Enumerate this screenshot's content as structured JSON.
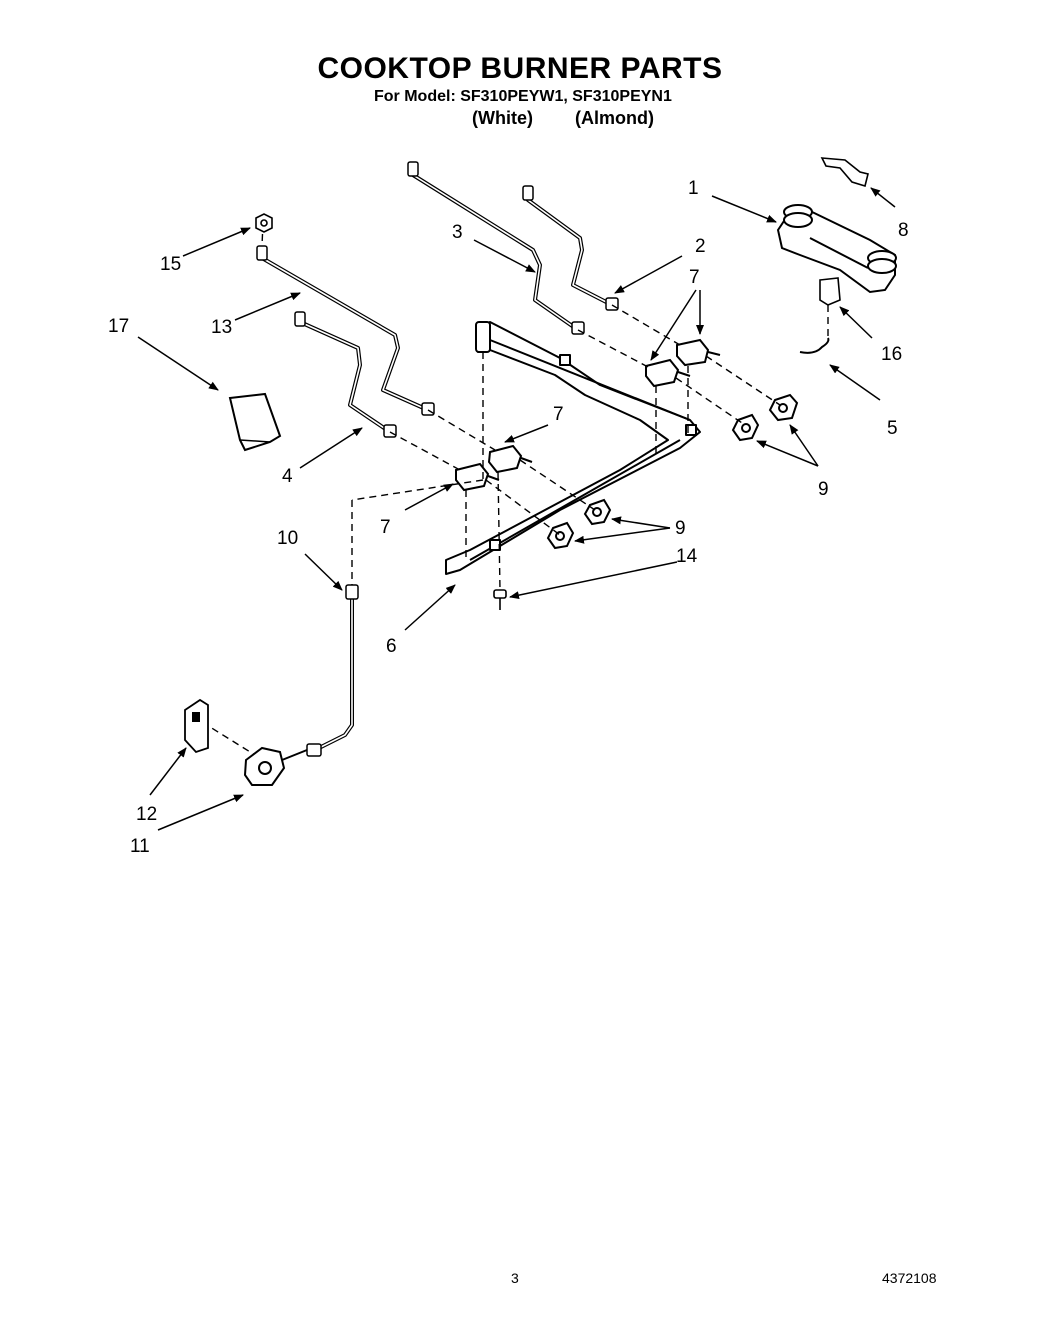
{
  "header": {
    "title": "COOKTOP BURNER PARTS",
    "model_line": "For Model: SF310PEYW1, SF310PEYN1",
    "variants": [
      "(White)",
      "(Almond)"
    ]
  },
  "callouts": [
    "1",
    "2",
    "3",
    "4",
    "5",
    "6",
    "7",
    "7",
    "7",
    "8",
    "9",
    "9",
    "10",
    "11",
    "12",
    "13",
    "14",
    "15",
    "16",
    "17"
  ],
  "footer": {
    "page_number": "3",
    "document_number": "4372108"
  }
}
